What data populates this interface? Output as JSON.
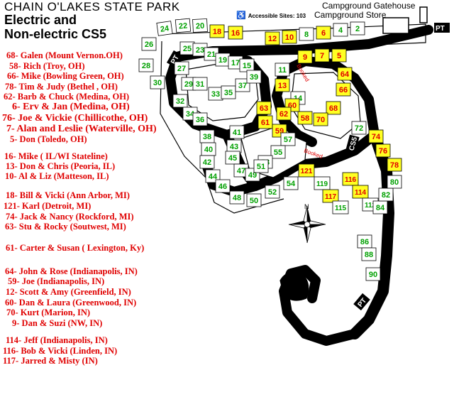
{
  "title": {
    "line1": "CHAIN O'LAKES STATE PARK",
    "line2": "Electric and",
    "line3": "Non-electric CS5"
  },
  "accessible_sites": "Accessible Sites: 103",
  "wheelchair_icon": "wheelchair-icon",
  "labels": {
    "gatehouse": "Campground Gatehouse",
    "store": "Campground Store",
    "pt": "PT",
    "cs5": "CS5",
    "booked": "Booked",
    "compass_n": "N"
  },
  "colors": {
    "road": "#000000",
    "occupied_site": "#ffff22",
    "open_site": "#ffffff",
    "site_number": "#00a000",
    "reserved_number": "#e00000",
    "registrant_text": "#e00000"
  },
  "registrants": [
    {
      "text": "68- Galen (Mount Vernon.OH)",
      "size": "normal"
    },
    {
      "text": "58- Rich (Troy, OH)",
      "size": "normal"
    },
    {
      "text": "66- Mike (Bowling Green, OH)",
      "size": "normal"
    },
    {
      "text": "78- Tim & Judy (Bethel , OH)",
      "size": "normal"
    },
    {
      "text": "62- Barb & Chuck (Medina, OH)",
      "size": "normal"
    },
    {
      "text": "6- Erv & Jan (Medina, OH)",
      "size": "big"
    },
    {
      "text": "76- Joe & Vickie (Chillicothe, OH)",
      "size": "big"
    },
    {
      "text": "7- Alan and Leslie (Waterville, OH)",
      "size": "big"
    },
    {
      "text": "5- Don (Toledo, OH)",
      "size": "normal"
    },
    {
      "text": "16- Mike ( IL/WI Stateline)",
      "size": "normal"
    },
    {
      "text": "13- Don & Chris (Peoria, IL)",
      "size": "normal"
    },
    {
      "text": "10- Al & Liz (Matteson, IL)",
      "size": "normal"
    },
    {
      "text": "18- Bill & Vicki (Ann Arbor, MI)",
      "size": "normal"
    },
    {
      "text": "121- Karl (Detroit, MI)",
      "size": "normal"
    },
    {
      "text": "74- Jack & Nancy (Rockford, MI)",
      "size": "normal"
    },
    {
      "text": "63- Stu & Rocky (Soutwest, MI)",
      "size": "normal"
    },
    {
      "text": "61- Carter & Susan ( Lexington, Ky)",
      "size": "normal"
    },
    {
      "text": "64- John & Rose (Indianapolis, IN)",
      "size": "normal"
    },
    {
      "text": "59- Joe (Indianapolis, IN)",
      "size": "normal"
    },
    {
      "text": "12- Scott & Amy (Greenfield, IN)",
      "size": "normal"
    },
    {
      "text": "60- Dan & Laura (Greenwood, IN)",
      "size": "normal"
    },
    {
      "text": "70- Kurt (Marion, IN)",
      "size": "normal"
    },
    {
      "text": "9- Dan & Suzi (NW, IN)",
      "size": "normal"
    },
    {
      "text": "114- Jeff (Indianapolis, IN)",
      "size": "normal"
    },
    {
      "text": "116- Bob & Vicki (Linden, IN)",
      "size": "normal"
    },
    {
      "text": "117- Jarred & Misty (IN)",
      "size": "normal"
    }
  ],
  "sites": [
    {
      "n": "24",
      "r": false
    },
    {
      "n": "22",
      "r": false
    },
    {
      "n": "20",
      "r": false
    },
    {
      "n": "18",
      "r": true
    },
    {
      "n": "16",
      "r": true
    },
    {
      "n": "12",
      "r": true
    },
    {
      "n": "10",
      "r": true
    },
    {
      "n": "8",
      "r": false
    },
    {
      "n": "6",
      "r": true
    },
    {
      "n": "4",
      "r": false
    },
    {
      "n": "2",
      "r": false
    },
    {
      "n": "26",
      "r": false
    },
    {
      "n": "28",
      "r": false
    },
    {
      "n": "30",
      "r": false
    },
    {
      "n": "25",
      "r": false
    },
    {
      "n": "23",
      "r": false
    },
    {
      "n": "21",
      "r": false
    },
    {
      "n": "19",
      "r": false
    },
    {
      "n": "17",
      "r": false
    },
    {
      "n": "15",
      "r": false
    },
    {
      "n": "27",
      "r": false
    },
    {
      "n": "29",
      "r": false
    },
    {
      "n": "31",
      "r": false
    },
    {
      "n": "33",
      "r": false
    },
    {
      "n": "35",
      "r": false
    },
    {
      "n": "37",
      "r": false
    },
    {
      "n": "39",
      "r": false
    },
    {
      "n": "32",
      "r": false
    },
    {
      "n": "34",
      "r": false
    },
    {
      "n": "36",
      "r": false
    },
    {
      "n": "38",
      "r": false
    },
    {
      "n": "40",
      "r": false
    },
    {
      "n": "42",
      "r": false
    },
    {
      "n": "44",
      "r": false
    },
    {
      "n": "46",
      "r": false
    },
    {
      "n": "9",
      "r": true
    },
    {
      "n": "7",
      "r": true
    },
    {
      "n": "5",
      "r": true
    },
    {
      "n": "11",
      "r": false
    },
    {
      "n": "13",
      "r": true
    },
    {
      "n": "14",
      "r": false
    },
    {
      "n": "64",
      "r": true
    },
    {
      "n": "66",
      "r": true
    },
    {
      "n": "68",
      "r": true
    },
    {
      "n": "70",
      "r": true
    },
    {
      "n": "58",
      "r": true
    },
    {
      "n": "60",
      "r": true
    },
    {
      "n": "62",
      "r": true
    },
    {
      "n": "63",
      "r": true
    },
    {
      "n": "61",
      "r": true
    },
    {
      "n": "59",
      "r": true
    },
    {
      "n": "57",
      "r": false
    },
    {
      "n": "55",
      "r": false
    },
    {
      "n": "53",
      "r": false
    },
    {
      "n": "41",
      "r": false
    },
    {
      "n": "43",
      "r": false
    },
    {
      "n": "45",
      "r": false
    },
    {
      "n": "47",
      "r": false
    },
    {
      "n": "49",
      "r": false
    },
    {
      "n": "51",
      "r": false
    },
    {
      "n": "48",
      "r": false
    },
    {
      "n": "50",
      "r": false
    },
    {
      "n": "52",
      "r": false
    },
    {
      "n": "54",
      "r": false
    },
    {
      "n": "121",
      "r": true
    },
    {
      "n": "119",
      "r": false
    },
    {
      "n": "117",
      "r": true
    },
    {
      "n": "115",
      "r": false
    },
    {
      "n": "116",
      "r": true
    },
    {
      "n": "114",
      "r": true
    },
    {
      "n": "112",
      "r": false
    },
    {
      "n": "84",
      "r": false
    },
    {
      "n": "82",
      "r": false
    },
    {
      "n": "80",
      "r": false
    },
    {
      "n": "72",
      "r": false
    },
    {
      "n": "74",
      "r": true
    },
    {
      "n": "76",
      "r": true
    },
    {
      "n": "78",
      "r": true
    },
    {
      "n": "86",
      "r": false
    },
    {
      "n": "88",
      "r": false
    },
    {
      "n": "90",
      "r": false
    }
  ]
}
